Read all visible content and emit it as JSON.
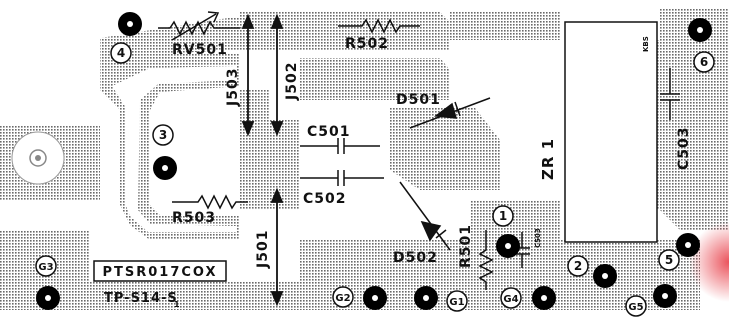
{
  "board": {
    "part_number": "PTSR017COX",
    "test_point_label": "TP-S14-S",
    "test_point_subscript": "1"
  },
  "components": {
    "rv501": "RV501",
    "r502": "R502",
    "r503": "R503",
    "r501": "R501",
    "j503": "J503",
    "j502": "J502",
    "j501": "J501",
    "c501": "C501",
    "c502": "C502",
    "c503": "C503",
    "d501": "D501",
    "d502": "D502",
    "zr1": "ZR 1",
    "c503_small": "C503",
    "ic_mark": "KBS"
  },
  "pins": {
    "p1": "1",
    "p2": "2",
    "p3": "3",
    "p4": "4",
    "p5": "5",
    "p6": "6",
    "g1": "G1",
    "g2": "G2",
    "g3": "G3",
    "g4": "G4",
    "g5": "G5"
  },
  "colors": {
    "copper_dot": "#6a6a6a",
    "pad": "#000000",
    "accent_edge": "#e8404a"
  }
}
